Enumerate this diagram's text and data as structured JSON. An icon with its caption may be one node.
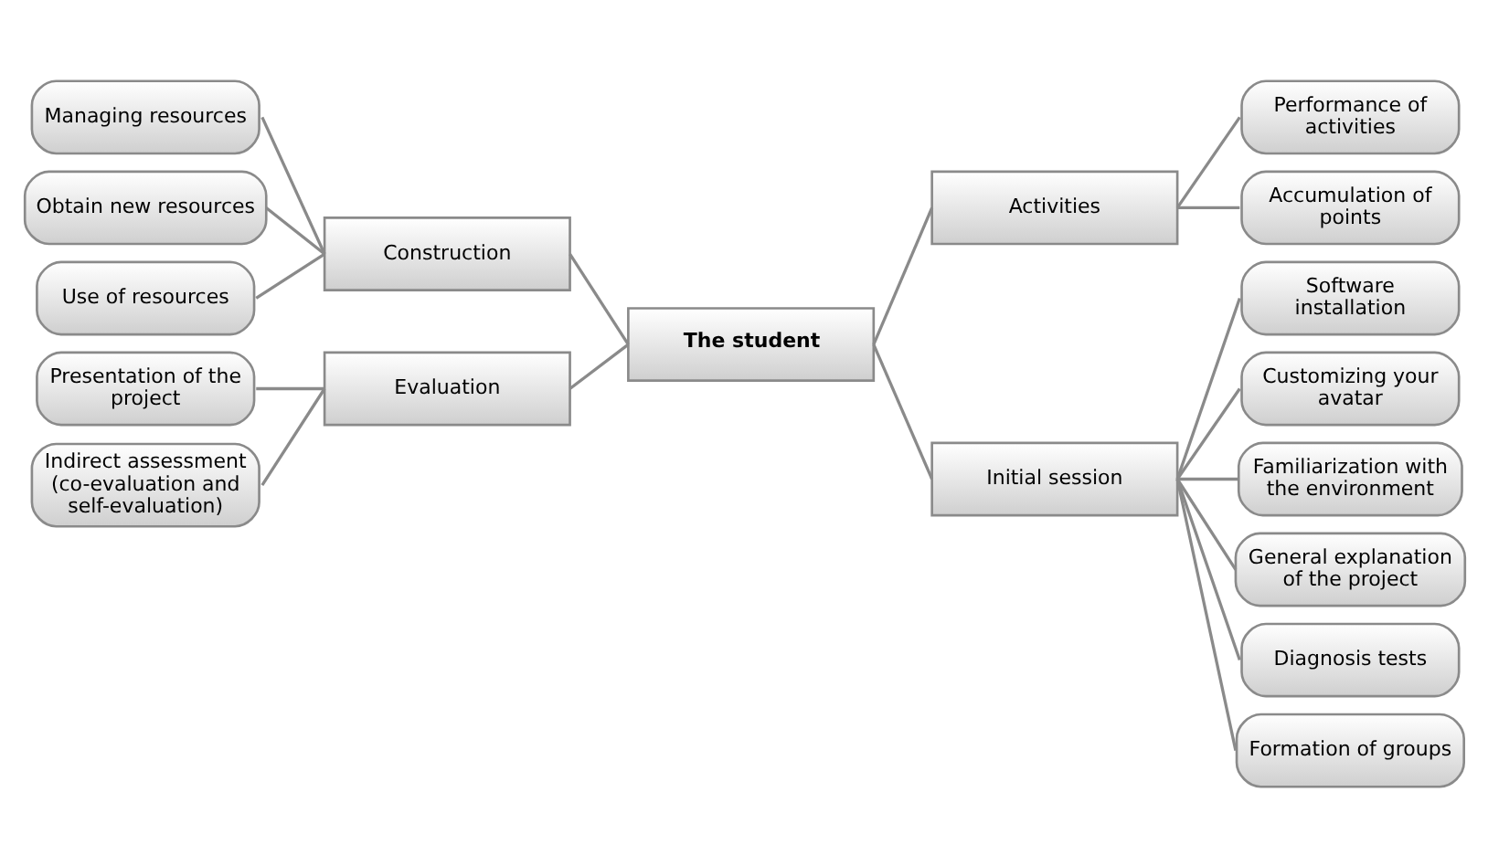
{
  "diagram": {
    "nodes": [
      {
        "text": [
          "Managing resources"
        ]
      },
      {
        "text": [
          "Obtain new resources"
        ]
      },
      {
        "text": [
          "Use of resources"
        ]
      },
      {
        "text": [
          "Construction"
        ]
      },
      {
        "text": [
          "Presentation of the project"
        ]
      },
      {
        "text": [
          "Indirect assessment (co-evaluation and self-evaluation)"
        ]
      },
      {
        "text": [
          "Evaluation"
        ]
      },
      {
        "text": [
          "The student"
        ]
      },
      {
        "text": [
          "Activities"
        ]
      },
      {
        "text": [
          "Performance of activities"
        ]
      },
      {
        "text": [
          "Accumulation of points"
        ]
      },
      {
        "text": [
          "Initial session"
        ]
      },
      {
        "text": [
          "Software installation"
        ]
      },
      {
        "text": [
          "Customizing your avatar"
        ]
      },
      {
        "text": [
          "Familiarization with the environment"
        ]
      },
      {
        "text": [
          "General explanation of the project"
        ]
      },
      {
        "text": [
          "Diagnosis tests"
        ]
      },
      {
        "text": [
          "Formation of groups"
        ]
      }
    ],
    "edges": [
      {
        "from": 0,
        "to": 3,
        "arrow": "none"
      },
      {
        "from": 1,
        "to": 3,
        "arrow": "none"
      },
      {
        "from": 2,
        "to": 3,
        "arrow": "none"
      },
      {
        "from": 3,
        "to": 7,
        "arrow": "none"
      },
      {
        "from": 4,
        "to": 6,
        "arrow": "none"
      },
      {
        "from": 5,
        "to": 6,
        "arrow": "none"
      },
      {
        "from": 6,
        "to": 7,
        "arrow": "none"
      },
      {
        "from": 7,
        "to": 8,
        "arrow": "none"
      },
      {
        "from": 8,
        "to": 9,
        "arrow": "none"
      },
      {
        "from": 8,
        "to": 10,
        "arrow": "none"
      },
      {
        "from": 7,
        "to": 11,
        "arrow": "none"
      },
      {
        "from": 11,
        "to": 12,
        "arrow": "none"
      },
      {
        "from": 11,
        "to": 13,
        "arrow": "none"
      },
      {
        "from": 11,
        "to": 14,
        "arrow": "none"
      },
      {
        "from": 11,
        "to": 15,
        "arrow": "none"
      },
      {
        "from": 11,
        "to": 16,
        "arrow": "none"
      },
      {
        "from": 11,
        "to": 17,
        "arrow": "none"
      }
    ]
  }
}
